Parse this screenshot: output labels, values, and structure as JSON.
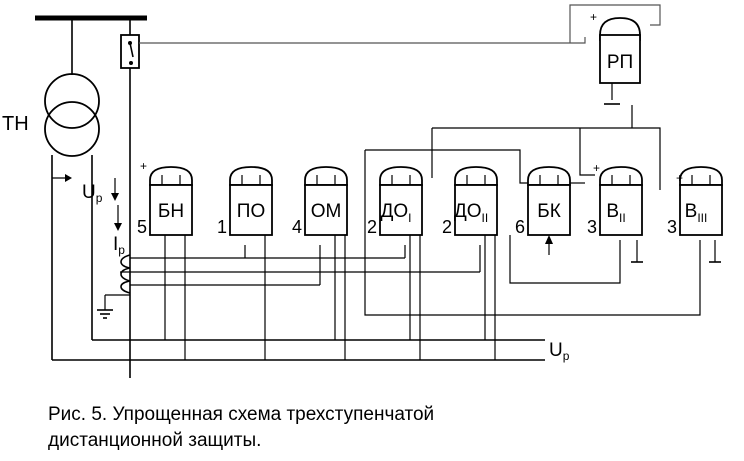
{
  "diagram": {
    "labels": {
      "tn": "ТН",
      "up_left": "U",
      "up_left_sub": "р",
      "ip": "I",
      "ip_sub": "р",
      "up_bus": "U",
      "up_bus_sub": "р"
    },
    "relays": [
      {
        "id": "bn",
        "label": "БН",
        "sub": "",
        "num": "5"
      },
      {
        "id": "po",
        "label": "ПО",
        "sub": "",
        "num": "1"
      },
      {
        "id": "om",
        "label": "ОМ",
        "sub": "",
        "num": "4"
      },
      {
        "id": "do1",
        "label": "ДО",
        "sub": "I",
        "num": "2"
      },
      {
        "id": "do2",
        "label": "ДО",
        "sub": "II",
        "num": "2"
      },
      {
        "id": "bk",
        "label": "БК",
        "sub": "",
        "num": "6"
      },
      {
        "id": "v2",
        "label": "В",
        "sub": "II",
        "num": "3"
      },
      {
        "id": "v3",
        "label": "В",
        "sub": "III",
        "num": "3"
      }
    ],
    "rp": {
      "label": "РП"
    },
    "polarity": {
      "plus": "+",
      "minus": "–"
    }
  },
  "caption": {
    "line1": "Рис. 5. Упрощенная схема трехступенчатой",
    "line2": "дистанционной защиты."
  }
}
